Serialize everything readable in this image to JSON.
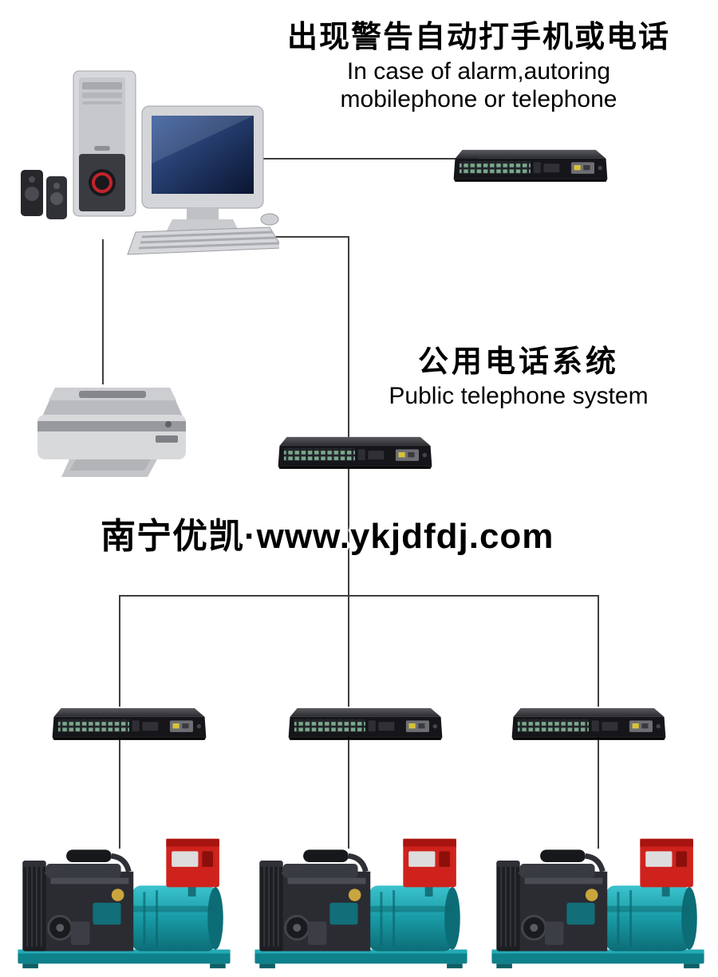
{
  "annotations": {
    "alarm_zh": "出现警告自动打手机或电话",
    "alarm_en_line1": "In case of alarm,autoring",
    "alarm_en_line2": "mobilephone or telephone",
    "phone_system_zh": "公用电话系统",
    "phone_system_en": "Public telephone system",
    "watermark": "南宁优凯·www.ykjdfdj.com"
  },
  "devices": [
    {
      "name": "desktop-computer"
    },
    {
      "name": "inkjet-printer"
    },
    {
      "name": "network-switch-top-right"
    },
    {
      "name": "network-switch-center"
    },
    {
      "name": "network-switch-left"
    },
    {
      "name": "network-switch-middle"
    },
    {
      "name": "network-switch-right"
    },
    {
      "name": "diesel-generator-left"
    },
    {
      "name": "diesel-generator-middle"
    },
    {
      "name": "diesel-generator-right"
    }
  ],
  "colors": {
    "background": "#ffffff",
    "connector_line": "#3f3f3f",
    "generator_teal": "#17a0ab",
    "generator_base_teal": "#0e818b",
    "control_box_red": "#cf221d",
    "switch_body": "#15151a",
    "text": "#000000"
  }
}
